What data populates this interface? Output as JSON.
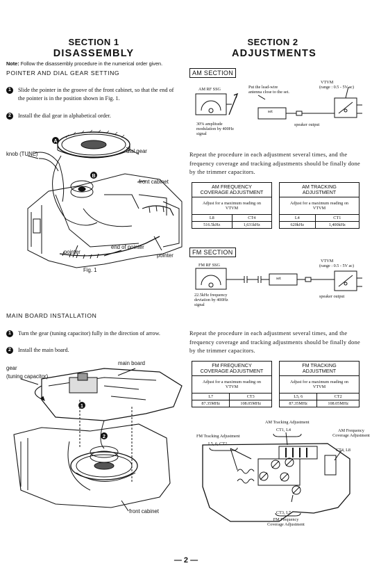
{
  "sec1": {
    "title": "SECTION 1",
    "subtitle": "DISASSEMBLY",
    "note_label": "Note:",
    "note_text": "Follow the disassembly procedure in the numerical order given.",
    "pointer_heading": "POINTER AND DIAL GEAR SETTING",
    "pointer_steps": [
      {
        "num": "1",
        "text": "Slide the pointer in the groove of the front cabinet, so that the end of the pointer is in the position shown in Fig. 1."
      },
      {
        "num": "2",
        "text": "Install the dial gear in alphabetical order."
      }
    ],
    "fig1": {
      "knob": "knob (TUNE)",
      "dial_gear": "dial gear",
      "front_cabinet": "front cabinet",
      "pointer_left": "pointer",
      "end_of_pointer": "end of pointer",
      "pointer_right": "pointer",
      "marker_a": "A",
      "marker_b": "B",
      "caption": "Fig. 1"
    },
    "main_heading": "MAIN BOARD INSTALLATION",
    "main_steps": [
      {
        "num": "1",
        "text": "Turn the gear (tuning capacitor) fully in the direction of arrow."
      },
      {
        "num": "2",
        "text": "Install the main board."
      }
    ],
    "fig2": {
      "gear": "gear",
      "tuning": "(tuning capacitor)",
      "main_board": "main board",
      "front_cabinet": "front cabinet",
      "marker_1": "1",
      "marker_2": "2"
    }
  },
  "sec2": {
    "title": "SECTION 2",
    "subtitle": "ADJUSTMENTS",
    "am": {
      "label": "AM SECTION",
      "ssg": "AM RF SSG",
      "lead_wire": "Put the lead-wire antenna close to the set.",
      "vtvm": "VTVM",
      "range": "(range : 0.5 - 5V ac)",
      "set": "set",
      "modulation": "30% amplitude modulation by 400Hz signal",
      "speaker": "speaker output",
      "paragraph": "Repeat the procedure in each adjustment several times, and the frequency coverage and tracking adjustments should be finally done by the trimmer capacitors.",
      "coverage": {
        "title1": "AM FREQUENCY",
        "title2": "COVERAGE ADJUSTMENT",
        "note": "Adjust for a maximum reading on VTVM",
        "parts": [
          "L8",
          "CT4"
        ],
        "freqs": [
          "516.5kHz",
          "1,631kHz"
        ]
      },
      "tracking": {
        "title1": "AM TRACKING",
        "title2": "ADJUSTMENT",
        "note": "Adjust for a maximum reading on VTVM",
        "parts": [
          "L4",
          "CT1"
        ],
        "freqs": [
          "620kHz",
          "1,400kHz"
        ]
      }
    },
    "fm": {
      "label": "FM SECTION",
      "ssg": "FM RF SSG",
      "vtvm": "VTVM",
      "range": "(range : 0.5 - 5V ac)",
      "set": "set",
      "deviation": "22.5kHz frequency deviation by 400Hz signal",
      "speaker": "speaker output",
      "paragraph": "Repeat the procedure in each adjustment several times, and the frequency coverage and tracking adjustments should be finally done by the trimmer capacitors.",
      "coverage": {
        "title1": "FM FREQUENCY",
        "title2": "COVERAGE ADJUSTMENT",
        "note": "Adjust for a maximum reading on VTVM",
        "parts": [
          "L7",
          "CT3"
        ],
        "freqs": [
          "87.35MHz",
          "108.05MHz"
        ]
      },
      "tracking": {
        "title1": "FM TRACKING",
        "title2": "ADJUSTMENT",
        "note": "Adjust for a maximum reading on VTVM",
        "parts": [
          "L5, 6",
          "CT2"
        ],
        "freqs": [
          "87.35MHz",
          "108.05MHz"
        ]
      }
    },
    "board": {
      "am_tracking": "AM Tracking Adjustment",
      "ct1_l4": "CT1, L4",
      "fm_tracking": "FM Tracking Adjustment",
      "l56_ct2": "L5, 6, CT2",
      "am_freq_cov": "AM Frequency Coverage Adjustment",
      "ct4_l8": "CT4, L8",
      "ct3_l7": "CT3, L7",
      "fm_freq_cov": "FM Frequency Coverage Adjustment"
    }
  },
  "page_number": "— 2 —"
}
